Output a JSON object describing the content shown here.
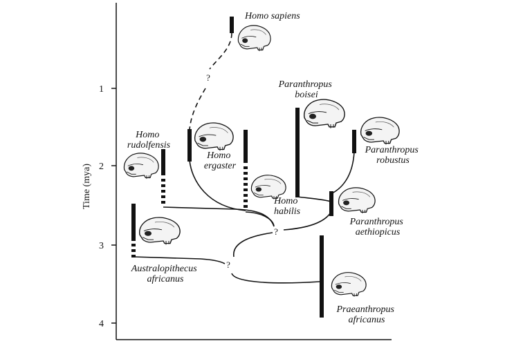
{
  "axis": {
    "label": "Time (mya)",
    "ticks": [
      "1",
      "2",
      "3",
      "4"
    ]
  },
  "taxa": {
    "homo_sapiens": {
      "lines": [
        "Homo sapiens"
      ]
    },
    "paranthropus_boisei": {
      "lines": [
        "Paranthropus",
        "boisei"
      ]
    },
    "paranthropus_robustus": {
      "lines": [
        "Paranthropus",
        "robustus"
      ]
    },
    "homo_rudolfensis": {
      "lines": [
        "Homo",
        "rudolfensis"
      ]
    },
    "homo_ergaster": {
      "lines": [
        "Homo",
        "ergaster"
      ]
    },
    "homo_habilis": {
      "lines": [
        "Homo",
        "habilis"
      ]
    },
    "paranthropus_aethiopicus": {
      "lines": [
        "Paranthropus",
        "aethiopicus"
      ]
    },
    "australopithecus_africanus": {
      "lines": [
        "Australopithecus",
        "africanus"
      ]
    },
    "praeanthropus_africanus": {
      "lines": [
        "Praeanthropus",
        "africanus"
      ]
    }
  },
  "uncertainty_marks": [
    "?",
    "?",
    "?"
  ],
  "icons": {
    "fossil": "hominin-skull-icon"
  }
}
